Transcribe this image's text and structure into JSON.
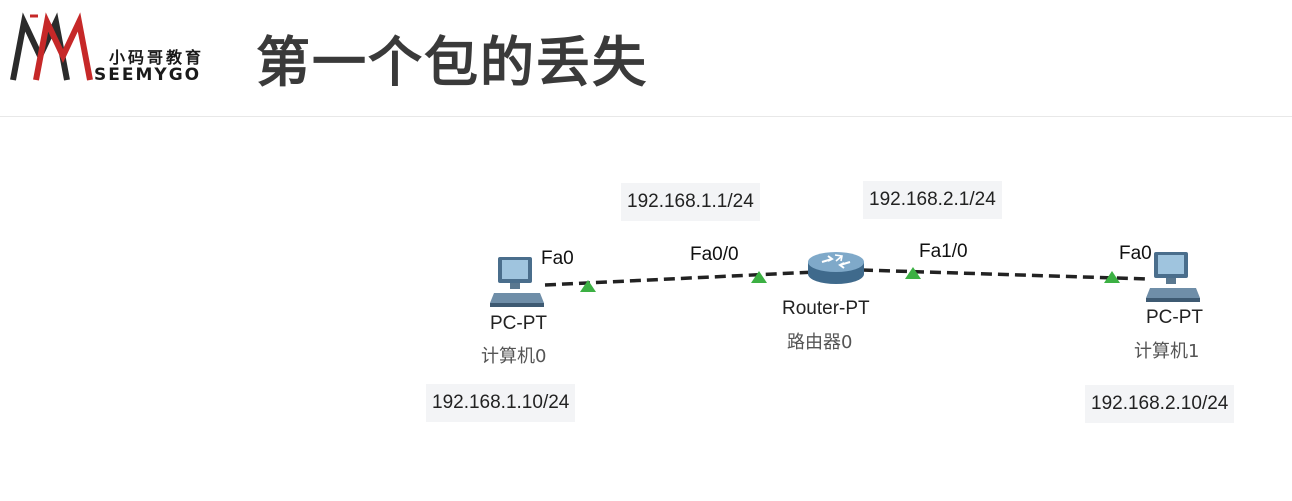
{
  "header": {
    "logo_cn": "小码哥教育",
    "logo_en": "SEEMYGO",
    "title": "第一个包的丢失"
  },
  "topology": {
    "pc0": {
      "type": "PC-PT",
      "name": "计算机0",
      "port": "Fa0",
      "ip": "192.168.1.10/24",
      "icon": "pc-icon"
    },
    "router": {
      "type": "Router-PT",
      "name": "路由器0",
      "port_left": "Fa0/0",
      "port_right": "Fa1/0",
      "ip_left": "192.168.1.1/24",
      "ip_right": "192.168.2.1/24",
      "icon": "router-icon"
    },
    "pc1": {
      "type": "PC-PT",
      "name": "计算机1",
      "port": "Fa0",
      "ip": "192.168.2.10/24",
      "icon": "pc-icon"
    },
    "link_status_color": "#3cb043"
  }
}
